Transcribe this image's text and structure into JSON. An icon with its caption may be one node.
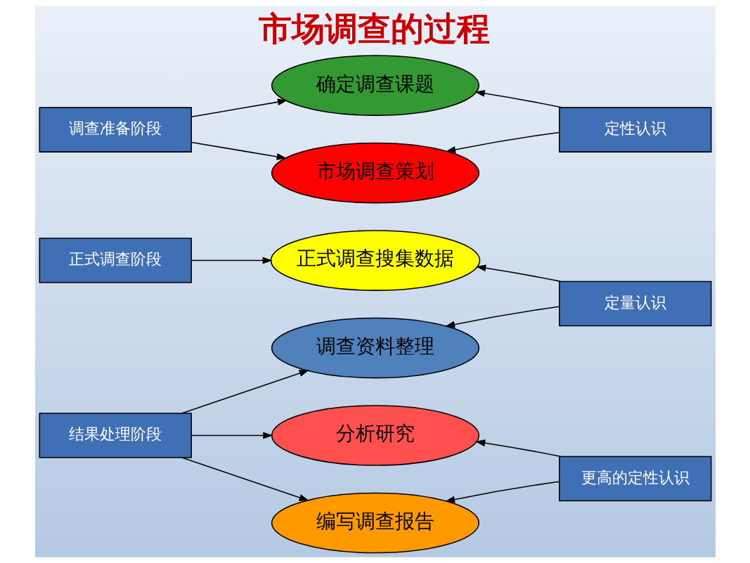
{
  "diagram": {
    "title": "市场调查的过程",
    "nodes": [
      {
        "text": [
          "调查准备阶段"
        ]
      },
      {
        "text": [
          "确定调查课题"
        ]
      },
      {
        "text": [
          "市场调查策划"
        ]
      },
      {
        "text": [
          "定性认识"
        ]
      },
      {
        "text": [
          "正式调查阶段"
        ]
      },
      {
        "text": [
          "正式调查搜集数据"
        ]
      },
      {
        "text": [
          "调查资料整理"
        ]
      },
      {
        "text": [
          "定量认识"
        ]
      },
      {
        "text": [
          "结果处理阶段"
        ]
      },
      {
        "text": [
          "分析研究"
        ]
      },
      {
        "text": [
          "编写调查报告"
        ]
      },
      {
        "text": [
          "更高的定性认识"
        ]
      }
    ],
    "edges": [
      {
        "from": 0,
        "to": 1,
        "arrow": "to"
      },
      {
        "from": 0,
        "to": 2,
        "arrow": "to"
      },
      {
        "from": 3,
        "to": 1,
        "arrow": "to"
      },
      {
        "from": 3,
        "to": 2,
        "arrow": "to"
      },
      {
        "from": 4,
        "to": 5,
        "arrow": "to"
      },
      {
        "from": 7,
        "to": 5,
        "arrow": "to"
      },
      {
        "from": 7,
        "to": 6,
        "arrow": "to"
      },
      {
        "from": 8,
        "to": 6,
        "arrow": "to"
      },
      {
        "from": 8,
        "to": 9,
        "arrow": "to"
      },
      {
        "from": 8,
        "to": 10,
        "arrow": "to"
      },
      {
        "from": 11,
        "to": 9,
        "arrow": "to"
      },
      {
        "from": 11,
        "to": 10,
        "arrow": "to"
      }
    ]
  }
}
